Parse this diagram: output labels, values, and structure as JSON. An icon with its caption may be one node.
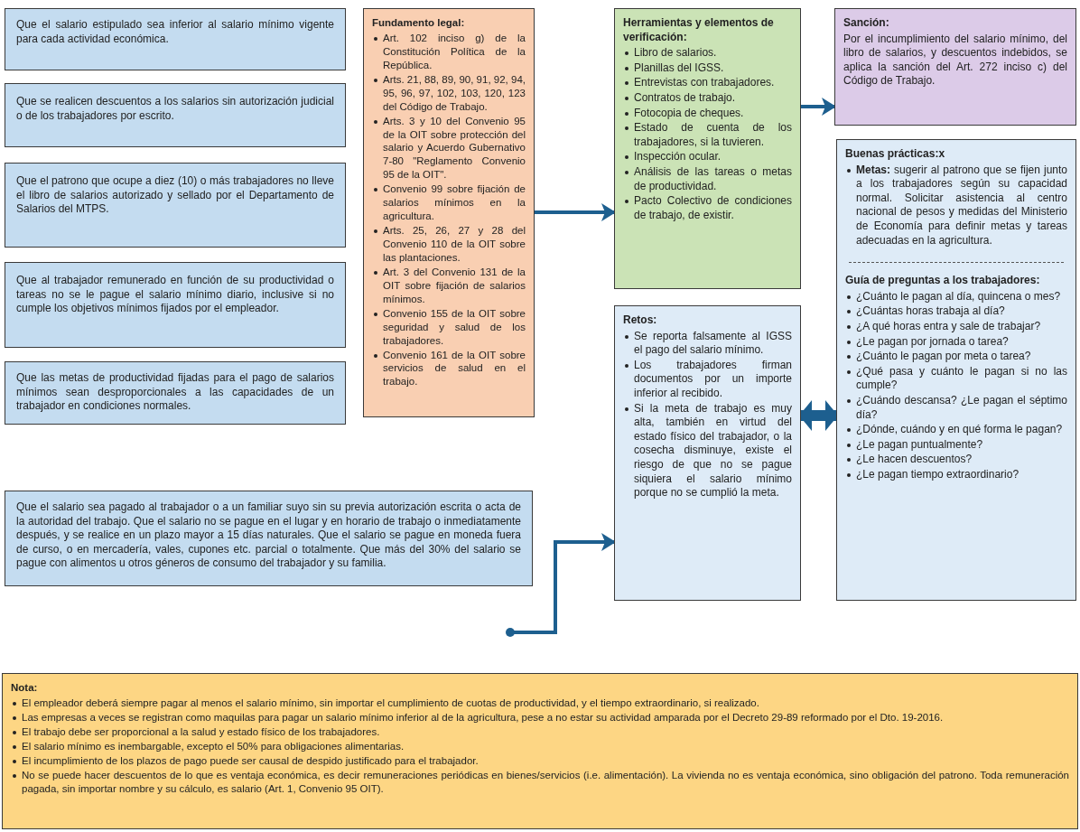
{
  "diagram": {
    "nodes": [
      {
        "text": [
          "Que el salario estipulado sea inferior al salario mínimo vigente para cada actividad económica."
        ]
      },
      {
        "text": [
          "Que se realicen descuentos a los salarios sin autorización judicial o de los trabajadores por escrito."
        ]
      },
      {
        "text": [
          "Que el patrono que ocupe a diez (10) o más trabajadores no lleve el libro de salarios autorizado y sellado por el Departamento de Salarios del MTPS."
        ]
      },
      {
        "text": [
          "Que al trabajador remunerado en función de su productividad o tareas no se le pague el salario mínimo diario, inclusive si no cumple los objetivos mínimos fijados por el empleador."
        ]
      },
      {
        "text": [
          "Que las metas de productividad fijadas para el pago de salarios mínimos sean desproporcionales a las capacidades de un trabajador en condiciones normales."
        ]
      },
      {
        "text": [
          "Fundamento legal:",
          "Art. 102 inciso g) de la Constitución Política de la República.",
          "Arts. 21, 88, 89, 90, 91, 92, 94, 95, 96, 97, 102, 103, 120, 123 del Código de Trabajo.",
          "Arts. 3 y 10 del Convenio 95 de la OIT sobre protección del salario y Acuerdo Gubernativo 7-80 \"Reglamento Convenio 95 de la OIT\".",
          "Convenio 99 sobre fijación de salarios mínimos en la agricultura.",
          "Arts. 25, 26, 27 y 28 del Convenio 110 de la OIT sobre las plantaciones.",
          "Art. 3 del Convenio 131 de la OIT sobre fijación de salarios mínimos.",
          "Convenio 155 de la OIT sobre seguridad y salud de los trabajadores.",
          "Convenio 161 de la OIT sobre servicios de salud en el trabajo."
        ]
      },
      {
        "text": [
          "Herramientas y elementos de verificación:",
          "Libro de salarios.",
          "Planillas del IGSS.",
          "Entrevistas con trabajadores.",
          "Contratos de trabajo.",
          "Fotocopia de cheques.",
          "Estado de cuenta de los trabajadores, si la tuvieren.",
          "Inspección ocular.",
          "Análisis de las tareas o metas de productividad.",
          "Pacto Colectivo de condiciones de trabajo, de existir."
        ]
      },
      {
        "text": [
          "Sanción:",
          "Por el incumplimiento del salario mínimo, del libro de salarios, y descuentos indebidos, se aplica la sanción del Art. 272 inciso c) del Código de Trabajo."
        ]
      },
      {
        "text": [
          "Retos:",
          "Se reporta falsamente al IGSS el pago del salario mínimo.",
          "Los trabajadores firman documentos por un importe inferior al recibido.",
          "Si la meta de trabajo es muy alta, también en virtud del estado físico del trabajador, o la cosecha disminuye, existe el riesgo de que no se pague siquiera el salario mínimo porque no se cumplió la meta."
        ]
      },
      {
        "text": [
          "Buenas prácticas:x",
          "**Metas:** sugerir al patrono que se fijen junto a los trabajadores según su capacidad normal. Solicitar asistencia al centro nacional de pesos y medidas del Ministerio de Economía para definir metas y tareas adecuadas en la agricultura.",
          "Guía de preguntas a los trabajadores:",
          "¿Cuánto le pagan al día, quincena o mes?",
          "¿Cuántas horas trabaja al día?",
          "¿A qué horas entra y sale de trabajar?",
          "¿Le pagan por jornada o tarea?",
          "¿Cuánto le pagan por meta o tarea?",
          "¿Qué pasa y cuánto le pagan si no las cumple?",
          "¿Cuándo descansa? ¿Le pagan el séptimo día?",
          "¿Dónde, cuándo y en qué forma le pagan?",
          "¿Le pagan puntualmente?",
          "¿Le hacen descuentos?",
          "¿Le pagan tiempo extraordinario?"
        ]
      },
      {
        "text": [
          "Que el salario sea pagado al trabajador o a un familiar suyo sin su previa autorización escrita o acta de la autoridad del trabajo. Que el salario no se pague en el lugar y en horario de trabajo o inmediatamente después, y se realice en un plazo mayor a 15 días naturales. Que el salario se pague en moneda fuera de curso, o en mercadería, vales, cupones etc. parcial o totalmente. Que más del 30% del salario se pague con alimentos u otros géneros de consumo del trabajador y su familia."
        ]
      },
      {
        "text": [
          "Nota:",
          "El empleador deberá siempre pagar al menos el salario mínimo, sin importar el cumplimiento de cuotas de productividad, y el tiempo extraordinario, si realizado.",
          "Las empresas a veces se registran como maquilas para pagar un salario mínimo inferior al de la agricultura, pese a no estar su actividad amparada por el Decreto 29-89 reformado por el Dto. 19-2016.",
          "El trabajo debe ser proporcional a la salud y estado físico de los trabajadores.",
          "El salario mínimo es inembargable, excepto el 50% para obligaciones alimentarias.",
          "El incumplimiento de los plazos de pago puede ser causal de despido justificado para el trabajador.",
          "No se puede hacer descuentos de lo que es ventaja económica, es decir remuneraciones periódicas en bienes/servicios (i.e. alimentación). La vivienda no es ventaja económica, sino obligación del patrono. Toda remuneración pagada, sin importar nombre y su cálculo, es salario (Art. 1, Convenio 95 OIT)."
        ]
      }
    ],
    "edges": [
      {
        "from": 5,
        "to": 6,
        "arrow": "to"
      },
      {
        "from": 6,
        "to": 7,
        "arrow": "to"
      },
      {
        "from": 8,
        "to": 9,
        "arrow": "both",
        "style": "thick"
      },
      {
        "from": null,
        "to": 8,
        "arrow": "to"
      }
    ]
  }
}
